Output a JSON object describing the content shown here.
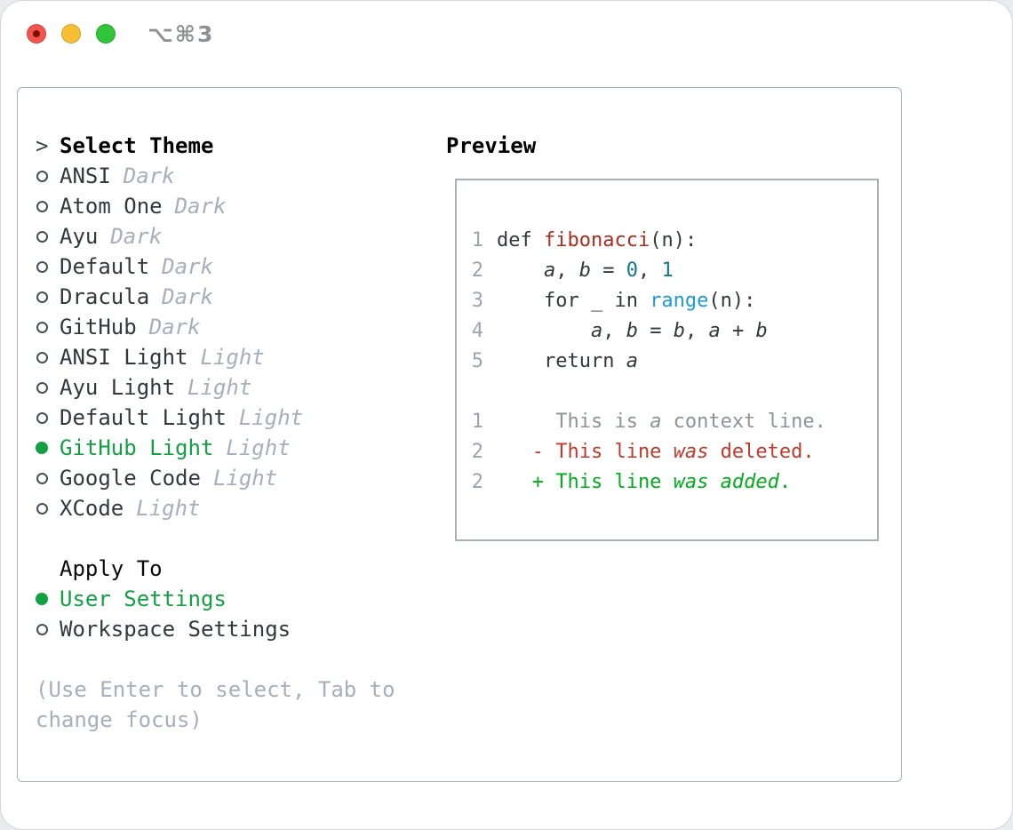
{
  "window": {
    "title": "⌥⌘3",
    "controls": [
      {
        "name": "close",
        "color": "#f4544d"
      },
      {
        "name": "minimize",
        "color": "#f6bd35"
      },
      {
        "name": "maximize",
        "color": "#30c53a"
      }
    ]
  },
  "left_column": {
    "prompt": ">",
    "title": "Select Theme",
    "themes": [
      {
        "name": "ANSI",
        "variant": "Dark",
        "selected": false
      },
      {
        "name": "Atom One",
        "variant": "Dark",
        "selected": false
      },
      {
        "name": "Ayu",
        "variant": "Dark",
        "selected": false
      },
      {
        "name": "Default",
        "variant": "Dark",
        "selected": false
      },
      {
        "name": "Dracula",
        "variant": "Dark",
        "selected": false
      },
      {
        "name": "GitHub",
        "variant": "Dark",
        "selected": false
      },
      {
        "name": "ANSI Light",
        "variant": "Light",
        "selected": false
      },
      {
        "name": "Ayu Light",
        "variant": "Light",
        "selected": false
      },
      {
        "name": "Default Light",
        "variant": "Light",
        "selected": false
      },
      {
        "name": "GitHub Light",
        "variant": "Light",
        "selected": true
      },
      {
        "name": "Google Code",
        "variant": "Light",
        "selected": false
      },
      {
        "name": "XCode",
        "variant": "Light",
        "selected": false
      }
    ],
    "apply_to_title": "Apply To",
    "apply_options": [
      {
        "label": "User Settings",
        "selected": true
      },
      {
        "label": "Workspace Settings",
        "selected": false
      }
    ],
    "hint": "(Use Enter to select, Tab to change focus)"
  },
  "preview": {
    "title": "Preview",
    "blocks": [
      {
        "name": "code-sample",
        "lines": [
          {
            "num": "1",
            "kind": "code",
            "segments": [
              {
                "t": "def ",
                "s": "plain"
              },
              {
                "t": "fibonacci",
                "s": "function"
              },
              {
                "t": "(n):",
                "s": "plain"
              }
            ]
          },
          {
            "num": "2",
            "kind": "code",
            "segments": [
              {
                "t": "    ",
                "s": "plain"
              },
              {
                "t": "a",
                "s": "variable"
              },
              {
                "t": ", ",
                "s": "plain"
              },
              {
                "t": "b",
                "s": "variable"
              },
              {
                "t": " = ",
                "s": "plain"
              },
              {
                "t": "0",
                "s": "number"
              },
              {
                "t": ", ",
                "s": "plain"
              },
              {
                "t": "1",
                "s": "number"
              }
            ]
          },
          {
            "num": "3",
            "kind": "code",
            "segments": [
              {
                "t": "    for _ in ",
                "s": "plain"
              },
              {
                "t": "range",
                "s": "builtin"
              },
              {
                "t": "(n):",
                "s": "plain"
              }
            ]
          },
          {
            "num": "4",
            "kind": "code",
            "segments": [
              {
                "t": "        ",
                "s": "plain"
              },
              {
                "t": "a",
                "s": "variable"
              },
              {
                "t": ", ",
                "s": "plain"
              },
              {
                "t": "b",
                "s": "variable"
              },
              {
                "t": " = ",
                "s": "plain"
              },
              {
                "t": "b",
                "s": "variable"
              },
              {
                "t": ", ",
                "s": "plain"
              },
              {
                "t": "a",
                "s": "variable"
              },
              {
                "t": " + ",
                "s": "plain"
              },
              {
                "t": "b",
                "s": "variable"
              }
            ]
          },
          {
            "num": "5",
            "kind": "code",
            "segments": [
              {
                "t": "    return ",
                "s": "plain"
              },
              {
                "t": "a",
                "s": "variable"
              }
            ]
          }
        ]
      },
      {
        "name": "diff-sample",
        "lines": [
          {
            "num": "1",
            "kind": "context",
            "segments": [
              {
                "t": "     This is ",
                "s": "context"
              },
              {
                "t": "a",
                "s": "context",
                "i": true
              },
              {
                "t": " context line.",
                "s": "context"
              }
            ]
          },
          {
            "num": "2",
            "kind": "deleted",
            "segments": [
              {
                "t": "   - This line ",
                "s": "deleted"
              },
              {
                "t": "was",
                "s": "deleted",
                "i": true
              },
              {
                "t": " deleted.",
                "s": "deleted"
              }
            ]
          },
          {
            "num": "2",
            "kind": "added",
            "segments": [
              {
                "t": "   + This line ",
                "s": "added"
              },
              {
                "t": "was added",
                "s": "added",
                "i": true
              },
              {
                "t": ".",
                "s": "added"
              }
            ]
          }
        ]
      }
    ]
  },
  "colors": {
    "accent_green": "#12a142",
    "added_green": "#00ad1c",
    "deleted_red": "#c0392b",
    "function_red": "#ae2b1d",
    "number_teal": "#0e7a85",
    "builtin_blue": "#1a9cd8",
    "text_dark": "#33383f",
    "muted_gray": "#a6afbc",
    "line_number_gray": "#9aa5b1",
    "context_gray": "#8c939b",
    "border_gray": "#a8b1ba",
    "traffic_red": "#f4544d",
    "traffic_yellow": "#f6bd35",
    "traffic_green": "#30c53a"
  }
}
